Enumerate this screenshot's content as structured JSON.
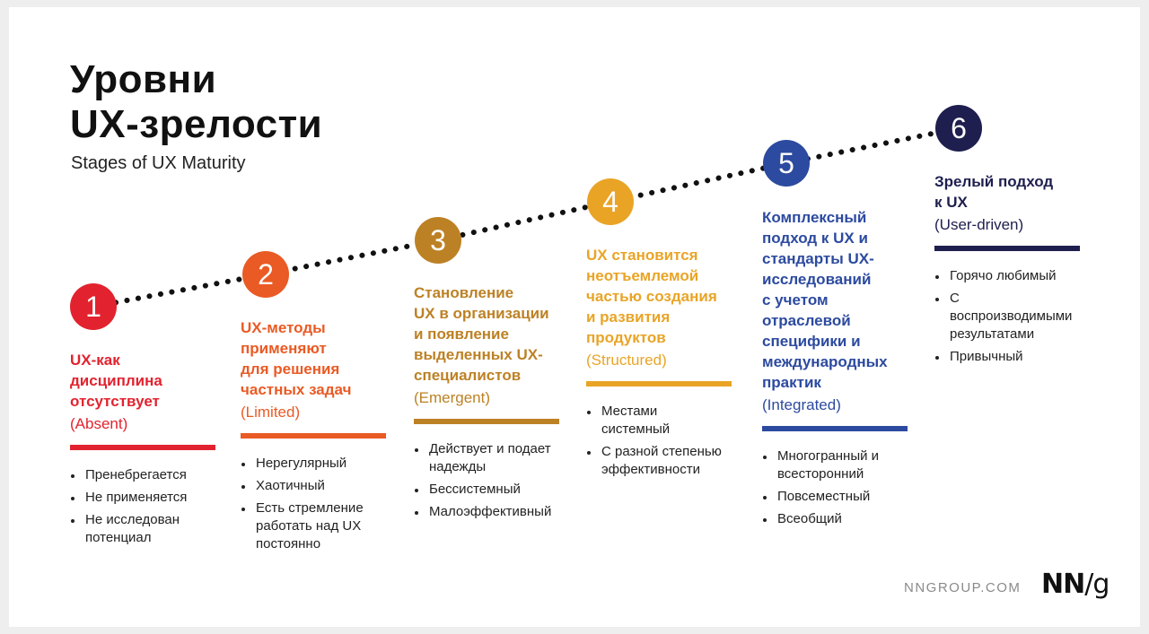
{
  "title_line1": "Уровни",
  "title_line2": "UX-зрелости",
  "subtitle": "Stages of UX Maturity",
  "stages": [
    {
      "number": "1",
      "color": "#e2232f",
      "heading": "UX-как\nдисциплина\nотсутствует",
      "english": "(Absent)",
      "bullets": [
        "Пренебрегается",
        "Не применяется",
        "Не исследован\nпотенциал"
      ]
    },
    {
      "number": "2",
      "color": "#ea5a24",
      "heading": "UX-методы\nприменяют\nдля решения\nчастных задач",
      "english": "(Limited)",
      "bullets": [
        "Нерегулярный",
        "Хаотичный",
        "Есть стремление\nработать над UX\nпостоянно"
      ]
    },
    {
      "number": "3",
      "color": "#bd8125",
      "heading": "Становление\nUX в организации\nи появление\nвыделенных UX-\nспециалистов",
      "english": "(Emergent)",
      "bullets": [
        "Действует и подает\nнадежды",
        "Бессистемный",
        "Малоэффективный"
      ]
    },
    {
      "number": "4",
      "color": "#e9a426",
      "heading": "UX становится\nнеотъемлемой\nчастью создания\nи развития\nпродуктов",
      "english": "(Structured)",
      "bullets": [
        "Местами\nсистемный",
        "С разной степенью\nэффективности"
      ]
    },
    {
      "number": "5",
      "color": "#2c4a9f",
      "heading": "Комплексный\nподход к UX и\nстандарты UX-\nисследований\nс учетом\nотраслевой\nспецифики и\nмеждународных\nпрактик",
      "english": "(Integrated)",
      "bullets": [
        "Многогранный и\nвсесторонний",
        "Повсеместный",
        "Всеобщий"
      ]
    },
    {
      "number": "6",
      "color": "#1e1f4e",
      "heading": "Зрелый подход\nк UX",
      "english": "(User-driven)",
      "bullets": [
        "Горячо любимый",
        "С воспроизводимыми\nрезультатами",
        "Привычный"
      ]
    }
  ],
  "footer": {
    "site": "NNGROUP.COM",
    "logo_nn": "NN",
    "logo_slash": "/",
    "logo_g": "g"
  }
}
